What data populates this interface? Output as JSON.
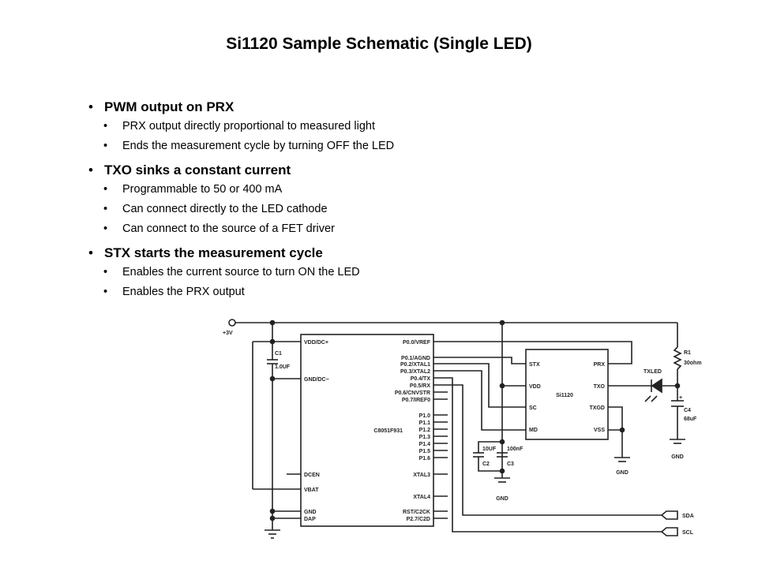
{
  "title": "Si1120 Sample Schematic (Single LED)",
  "bullets": [
    {
      "text": "PWM output on PRX",
      "sub": [
        "PRX output directly proportional to measured light",
        "Ends the measurement cycle by turning OFF the LED"
      ]
    },
    {
      "text": "TXO sinks a constant current",
      "sub": [
        "Programmable to 50 or 400 mA",
        "Can connect directly to the LED cathode",
        "Can connect to the source of a FET driver"
      ]
    },
    {
      "text": "STX starts the measurement cycle",
      "sub": [
        "Enables the current source to turn ON the LED",
        "Enables the PRX output"
      ]
    }
  ],
  "schematic": {
    "supply": "+3V",
    "mcu": {
      "name": "C8051F931",
      "left_pins": [
        "VDD/DC+",
        "GND/DC−",
        "DCEN",
        "VBAT",
        "GND",
        "DAP"
      ],
      "right_pins": [
        "P0.0/VREF",
        "P0.1/AGND",
        "P0.2/XTAL1",
        "P0.3/XTAL2",
        "P0.4/TX",
        "P0.5/RX",
        "P0.6/CNVSTR",
        "P0.7/IREF0",
        "P1.0",
        "P1.1",
        "P1.2",
        "P1.3",
        "P1.4",
        "P1.5",
        "P1.6",
        "XTAL3",
        "XTAL4",
        "RST/C2CK",
        "P2.7/C2D"
      ]
    },
    "sensor": {
      "name": "Si1120",
      "left_pins": [
        "STX",
        "VDD",
        "SC",
        "MD"
      ],
      "right_pins": [
        "PRX",
        "TXO",
        "TXGD",
        "VSS"
      ]
    },
    "c1": {
      "ref": "C1",
      "value": "1.0UF"
    },
    "c2": {
      "ref": "C2",
      "value": "10UF"
    },
    "c3": {
      "ref": "C3",
      "value": "100nF"
    },
    "c4": {
      "ref": "C4",
      "value": "68uF"
    },
    "r1": {
      "ref": "R1",
      "value": "30ohm"
    },
    "led": "TXLED",
    "gnd": "GND",
    "sda": "SDA",
    "scl": "SCL"
  }
}
